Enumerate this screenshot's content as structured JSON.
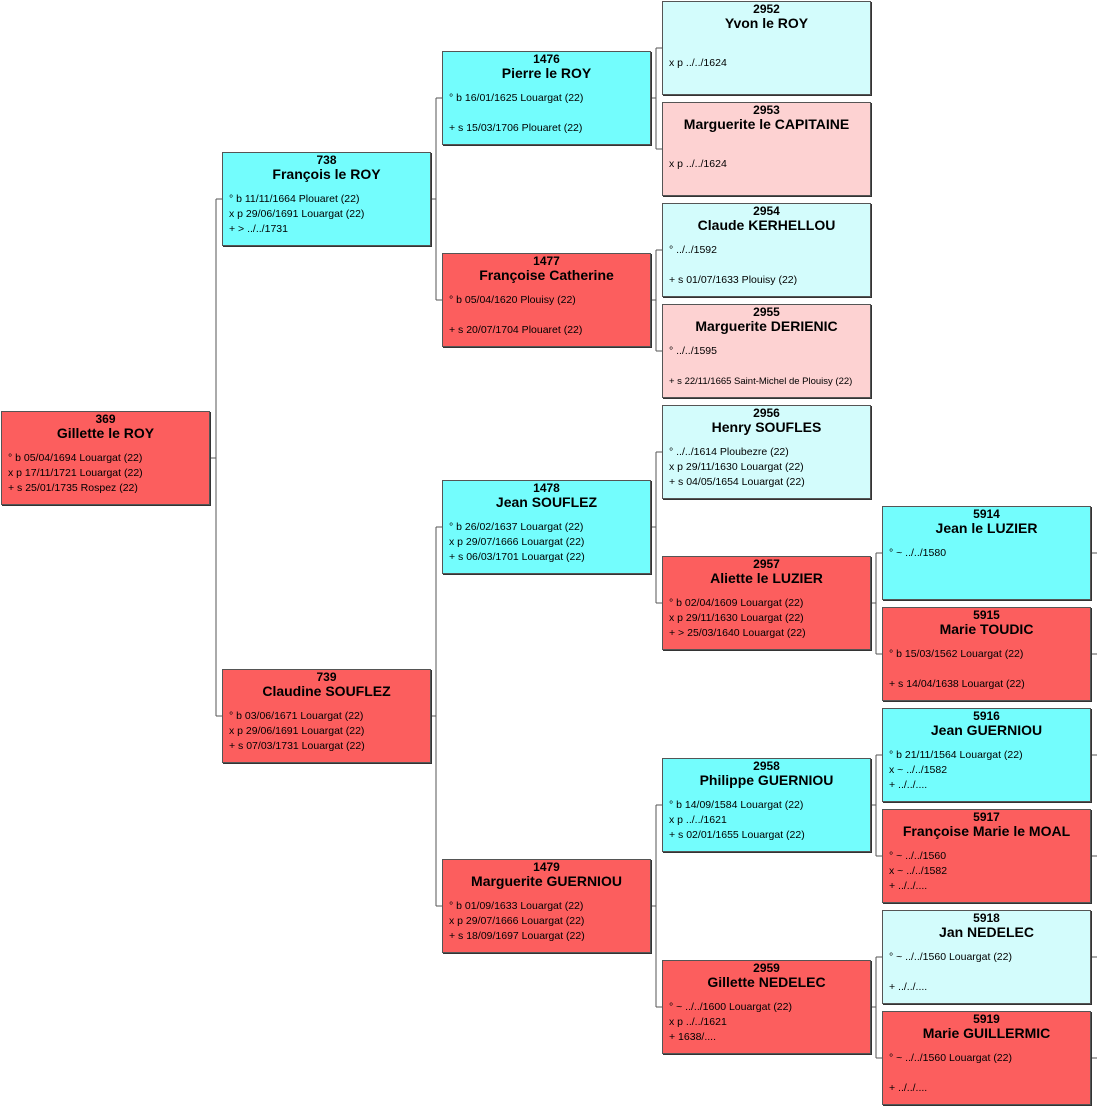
{
  "colors": {
    "male": "#73fdfd",
    "female": "#fc5e5e",
    "male_light": "#d3fcfc",
    "female_light": "#fdd2d2",
    "line": "#555555"
  },
  "persons": [
    {
      "num": "369",
      "name": "Gillette le ROY",
      "color": "female",
      "events": [
        "° b 05/04/1694 Louargat (22)",
        "x p 17/11/1721 Louargat (22)",
        "+ s 25/01/1735 Rospez (22)"
      ]
    },
    {
      "num": "738",
      "name": "François le ROY",
      "color": "male",
      "events": [
        "° b 11/11/1664 Plouaret (22)",
        "x p 29/06/1691 Louargat (22)",
        "+ > ../../1731"
      ]
    },
    {
      "num": "739",
      "name": "Claudine SOUFLEZ",
      "color": "female",
      "events": [
        "° b 03/06/1671 Louargat (22)",
        "x p 29/06/1691 Louargat (22)",
        "+ s 07/03/1731 Louargat (22)"
      ]
    },
    {
      "num": "1476",
      "name": "Pierre le ROY",
      "color": "male",
      "events": [
        "° b 16/01/1625 Louargat (22)",
        "",
        "+ s 15/03/1706 Plouaret (22)"
      ]
    },
    {
      "num": "1477",
      "name": "Françoise Catherine",
      "color": "female",
      "events": [
        "° b 05/04/1620 Plouisy (22)",
        "",
        "+ s 20/07/1704 Plouaret (22)"
      ]
    },
    {
      "num": "1478",
      "name": "Jean SOUFLEZ",
      "color": "male",
      "events": [
        "° b 26/02/1637 Louargat (22)",
        "x p 29/07/1666 Louargat (22)",
        "+ s 06/03/1701 Louargat (22)"
      ]
    },
    {
      "num": "1479",
      "name": "Marguerite GUERNIOU",
      "color": "female",
      "events": [
        "° b 01/09/1633 Louargat (22)",
        "x p 29/07/1666 Louargat (22)",
        "+ s 18/09/1697 Louargat (22)"
      ]
    },
    {
      "num": "2952",
      "name": "Yvon le ROY",
      "color": "male_light",
      "events": [
        "",
        "x p ../../1624",
        ""
      ]
    },
    {
      "num": "2953",
      "name": "Marguerite le CAPITAINE",
      "color": "female_light",
      "events": [
        "",
        "x p ../../1624",
        ""
      ]
    },
    {
      "num": "2954",
      "name": "Claude KERHELLOU",
      "color": "male_light",
      "events": [
        "° ../../1592",
        "",
        "+ s 01/07/1633 Plouisy (22)"
      ]
    },
    {
      "num": "2955",
      "name": "Marguerite DERIENIC",
      "color": "female_light",
      "events": [
        "° ../../1595",
        "",
        "+ s 22/11/1665 Saint-Michel de Plouisy (22)"
      ]
    },
    {
      "num": "2956",
      "name": "Henry SOUFLES",
      "color": "male_light",
      "events": [
        "° ../../1614 Ploubezre (22)",
        "x p 29/11/1630 Louargat (22)",
        "+ s 04/05/1654 Louargat (22)"
      ]
    },
    {
      "num": "2957",
      "name": "Aliette le LUZIER",
      "color": "female",
      "events": [
        "° b 02/04/1609 Louargat (22)",
        "x p 29/11/1630 Louargat (22)",
        "+ > 25/03/1640 Louargat (22)"
      ]
    },
    {
      "num": "2958",
      "name": "Philippe GUERNIOU",
      "color": "male",
      "events": [
        "° b 14/09/1584 Louargat (22)",
        "x p ../../1621",
        "+ s 02/01/1655 Louargat (22)"
      ]
    },
    {
      "num": "2959",
      "name": "Gillette NEDELEC",
      "color": "female",
      "events": [
        "° ~ ../../1600 Louargat (22)",
        "x p ../../1621",
        "+ 1638/...."
      ]
    },
    {
      "num": "5914",
      "name": "Jean le LUZIER",
      "color": "male",
      "events": [
        "° ~ ../../1580",
        "",
        ""
      ]
    },
    {
      "num": "5915",
      "name": "Marie TOUDIC",
      "color": "female",
      "events": [
        "° b 15/03/1562 Louargat (22)",
        "",
        "+ s 14/04/1638 Louargat (22)"
      ]
    },
    {
      "num": "5916",
      "name": "Jean GUERNIOU",
      "color": "male",
      "events": [
        "° b 21/11/1564 Louargat (22)",
        "x ~ ../../1582",
        "+ ../../...."
      ]
    },
    {
      "num": "5917",
      "name": "Françoise Marie le MOAL",
      "color": "female",
      "events": [
        "° ~ ../../1560",
        "x ~ ../../1582",
        "+ ../../...."
      ]
    },
    {
      "num": "5918",
      "name": "Jan NEDELEC",
      "color": "male_light",
      "events": [
        "° ~ ../../1560 Louargat (22)",
        "",
        "+ ../../...."
      ]
    },
    {
      "num": "5919",
      "name": "Marie GUILLERMIC",
      "color": "female",
      "events": [
        "° ~ ../../1560 Louargat (22)",
        "",
        "+ ../../...."
      ]
    }
  ]
}
